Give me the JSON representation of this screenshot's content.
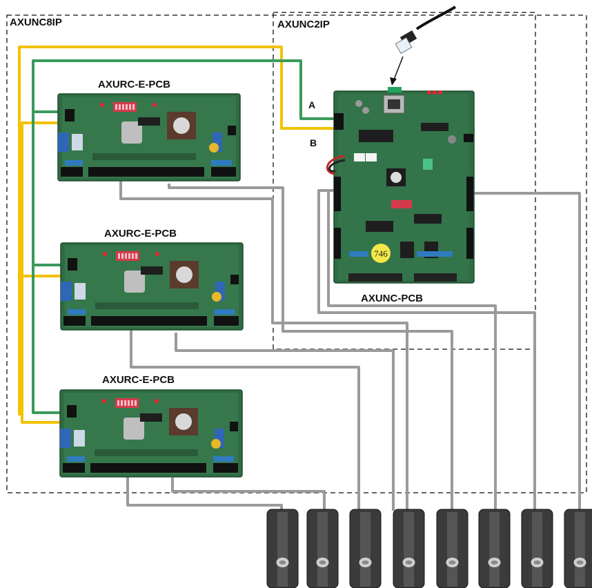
{
  "enclosures": {
    "outer": {
      "label": "AXUNC8IP"
    },
    "inner": {
      "label": "AXUNC2IP"
    }
  },
  "boards": {
    "controller": {
      "label": "AXUNC-PCB",
      "sticker": "746"
    },
    "rc1": {
      "label": "AXURC-E-PCB"
    },
    "rc2": {
      "label": "AXURC-E-PCB"
    },
    "rc3": {
      "label": "AXURC-E-PCB"
    }
  },
  "bus": {
    "a_label": "A",
    "b_label": "B"
  },
  "colors": {
    "bus_a": "#3a9a5c",
    "bus_b": "#f2c200",
    "reader_cable": "#9a9a9a",
    "pcb": "#2f6b43",
    "reader": "#3b3b3b",
    "enclosure_line": "#333333"
  },
  "icons": {
    "connector": "rj45-connector-icon",
    "reader": "card-reader-icon",
    "dip": "dip-switch-icon",
    "relay": "relay-icon"
  },
  "readers": {
    "count": 8
  }
}
